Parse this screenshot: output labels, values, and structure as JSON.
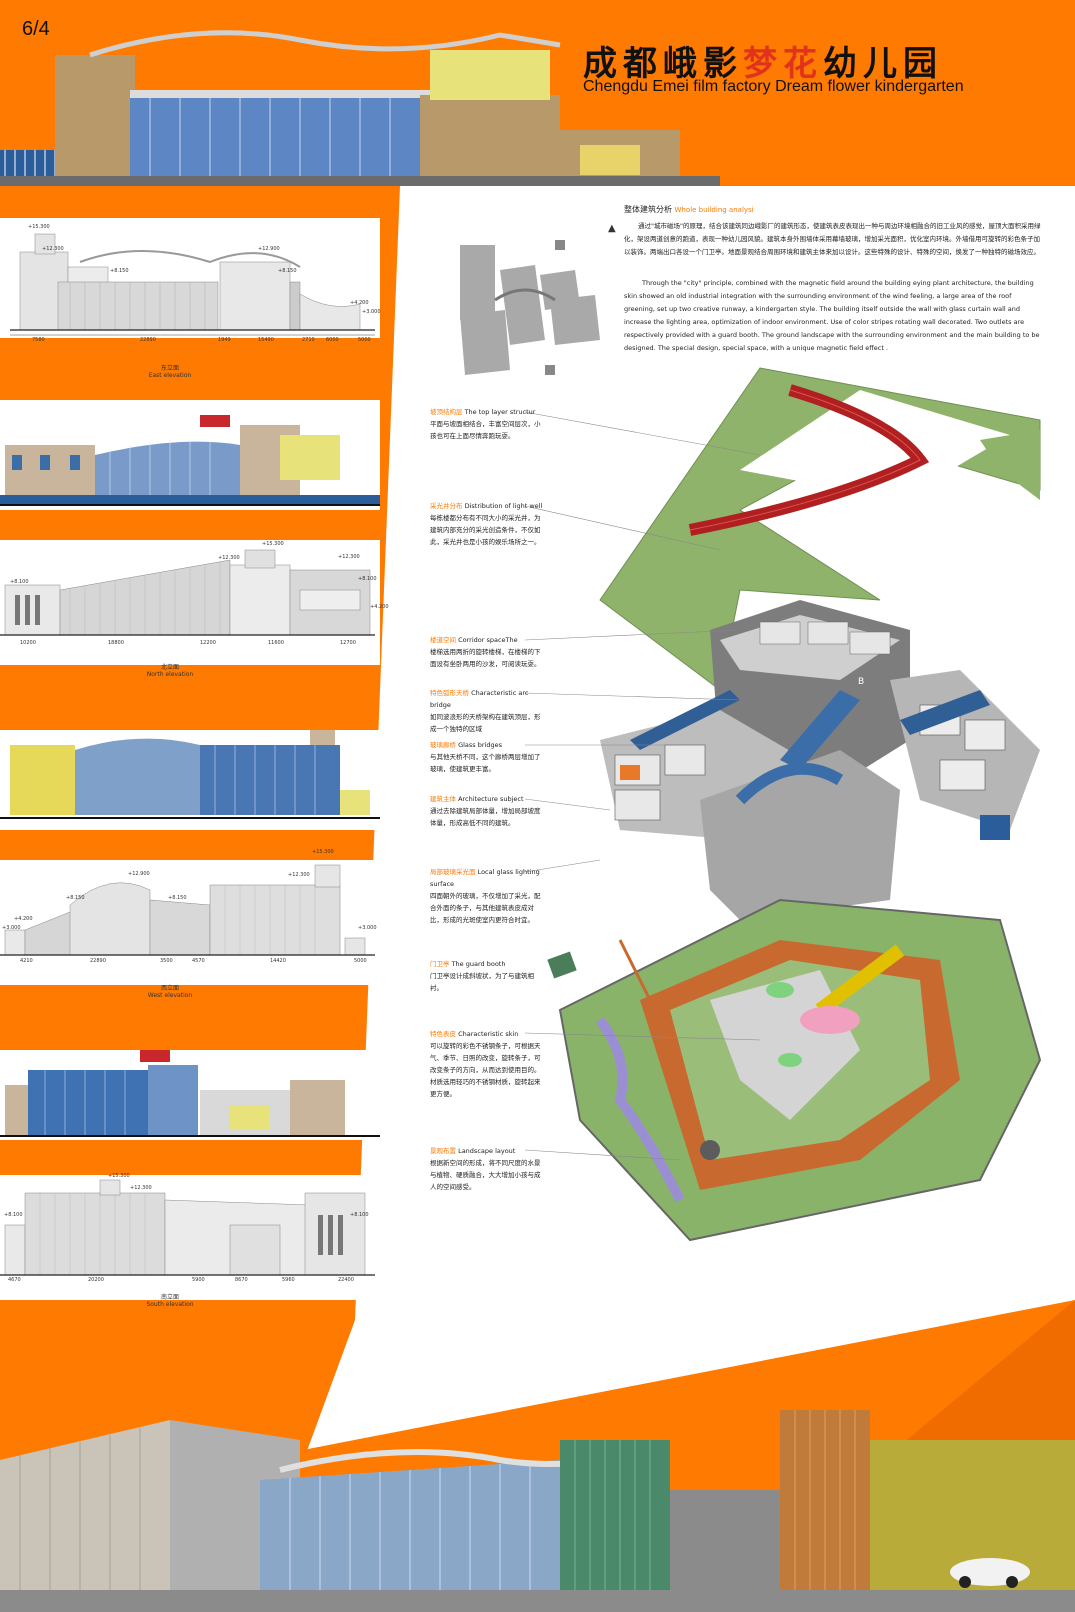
{
  "header": {
    "page_number": "6/4",
    "title_cn_part1": "成都峨影",
    "title_cn_part2": "梦花",
    "title_cn_part3": "幼儿园",
    "title_en": "Chengdu Emei film factory Dream flower kindergarten"
  },
  "colors": {
    "accent": "#ff7a00",
    "green": "#8fb36b",
    "glass": "#3b6ea9",
    "red": "#b02020"
  },
  "elevations": {
    "east": {
      "cn": "东立面",
      "en": "East elevation",
      "levels": [
        "+15.300",
        "+12.300",
        "+12.900",
        "+8.150",
        "+8.150",
        "+4.200",
        "+3.000"
      ],
      "dims": [
        "7580",
        "22890",
        "1949",
        "15490",
        "2710",
        "6000",
        "5000"
      ]
    },
    "north": {
      "cn": "北立面",
      "en": "North elevation",
      "levels": [
        "+8.100",
        "+12.300",
        "+15.300",
        "+12.300",
        "+8.100",
        "+4.200"
      ],
      "dims": [
        "10200",
        "18800",
        "12200",
        "11600",
        "12700"
      ]
    },
    "west": {
      "cn": "西立面",
      "en": "West elevation",
      "levels": [
        "+12.900",
        "+8.150",
        "+8.150",
        "+12.300",
        "+15.300",
        "+4.200",
        "+3.000",
        "+3.000"
      ],
      "dims": [
        "4210",
        "22890",
        "3500",
        "4570",
        "14420",
        "5000"
      ]
    },
    "south": {
      "cn": "南立面",
      "en": "South elevation",
      "levels": [
        "+15.300",
        "+12.300",
        "+8.100",
        "+8.100"
      ],
      "dims": [
        "4670",
        "20200",
        "5900",
        "8670",
        "5960",
        "22400"
      ]
    }
  },
  "analysis": {
    "heading_cn": "整体建筑分析",
    "heading_en": "Whole building analysi",
    "para_cn": "通过\"城市磁场\"的原理，结合该建筑同边峨影厂的建筑形态，使建筑表皮表现出一种与周边环境相融合的旧工业风的感觉，屋顶大面积采用绿化，架设两道创意的跑道，表现一种幼儿园风貌。建筑本身外围墙体采用幕墙玻璃，增加采光面积，优化室内环境。外墙借用可旋转的彩色条子加以装饰。两端出口各设一个门卫亭。地面景观结合周围环境和建筑主体来加以设计。这些特殊的设计、特殊的空间，焕发了一种独特的磁场效应。",
    "para_en": "Through the \"city\" principle, combined with the magnetic field around the building eying plant architecture, the building skin showed an old industrial integration with the surrounding environment of the wind feeling, a large area of the roof greening, set up two creative runway, a kindergarten style. The building itself outside the wall with glass curtain wall and increase the lighting area, optimization of indoor environment. Use of color stripes rotating wall decorated. Two outlets are respectively provided with a guard booth. The ground landscape with the surrounding environment and the main building to be designed. The special design, special space, with a unique magnetic field effect ."
  },
  "annotations": [
    {
      "cn": "坡顶结构层",
      "en": "The top layer structur",
      "desc": "平面与坡面相结合，丰富空间层次，小孩也可在上面尽情奔跑玩耍。"
    },
    {
      "cn": "采光井分布",
      "en": "Distribution of light well",
      "desc": "每栋楼都分布有不同大小的采光井，为建筑内部充分的采光创造条件，不仅如此，采光井也是小孩的娱乐场所之一。"
    },
    {
      "cn": "楼道空间",
      "en": "Corridor spaceThe",
      "desc": "楼梯选用两折的旋转楼梯，在楼梯的下面设有坐卧两用的沙发，可阅读玩耍。"
    },
    {
      "cn": "特色弧形天桥",
      "en": "Characteristic arc bridge",
      "desc": "如同波浪形的天桥架构在建筑顶层，形成一个独特的区域"
    },
    {
      "cn": "玻璃廊桥",
      "en": "Glass bridges",
      "desc": "与其他天桥不同，这个廊桥两层增加了玻璃，使建筑更丰富。"
    },
    {
      "cn": "建筑主体",
      "en": "Architecture subject",
      "desc": "通过去除建筑局部体量，增加局部坡度体量，形成高低不同的建筑。"
    },
    {
      "cn": "局部玻璃采光面",
      "en": "Local glass lighting surface",
      "desc": "四面朝外的玻璃，不仅增加了采光，配合外面的条子，与其他建筑表皮成对比，形成的光斑使室内更符合时宜。"
    },
    {
      "cn": "门卫亭",
      "en": "The guard booth",
      "desc": "门卫亭设计成斜坡状，为了与建筑相衬。"
    },
    {
      "cn": "特色表皮",
      "en": "Characteristic skin",
      "desc": "可以旋转的彩色不锈钢条子，可根据天气、季节、日照的改变，旋转条子，可改变条子的方向，从而达到使用目的。材质选用轻巧的不锈钢材质，旋转起来更方便。"
    },
    {
      "cn": "景观布置",
      "en": "Landscape layout",
      "desc": "根据新空间的形成，将不同尺度的水景与植物、硬质融合，大大增加小孩与成人的空间感受。"
    }
  ],
  "misc": {
    "block_label": "B"
  }
}
